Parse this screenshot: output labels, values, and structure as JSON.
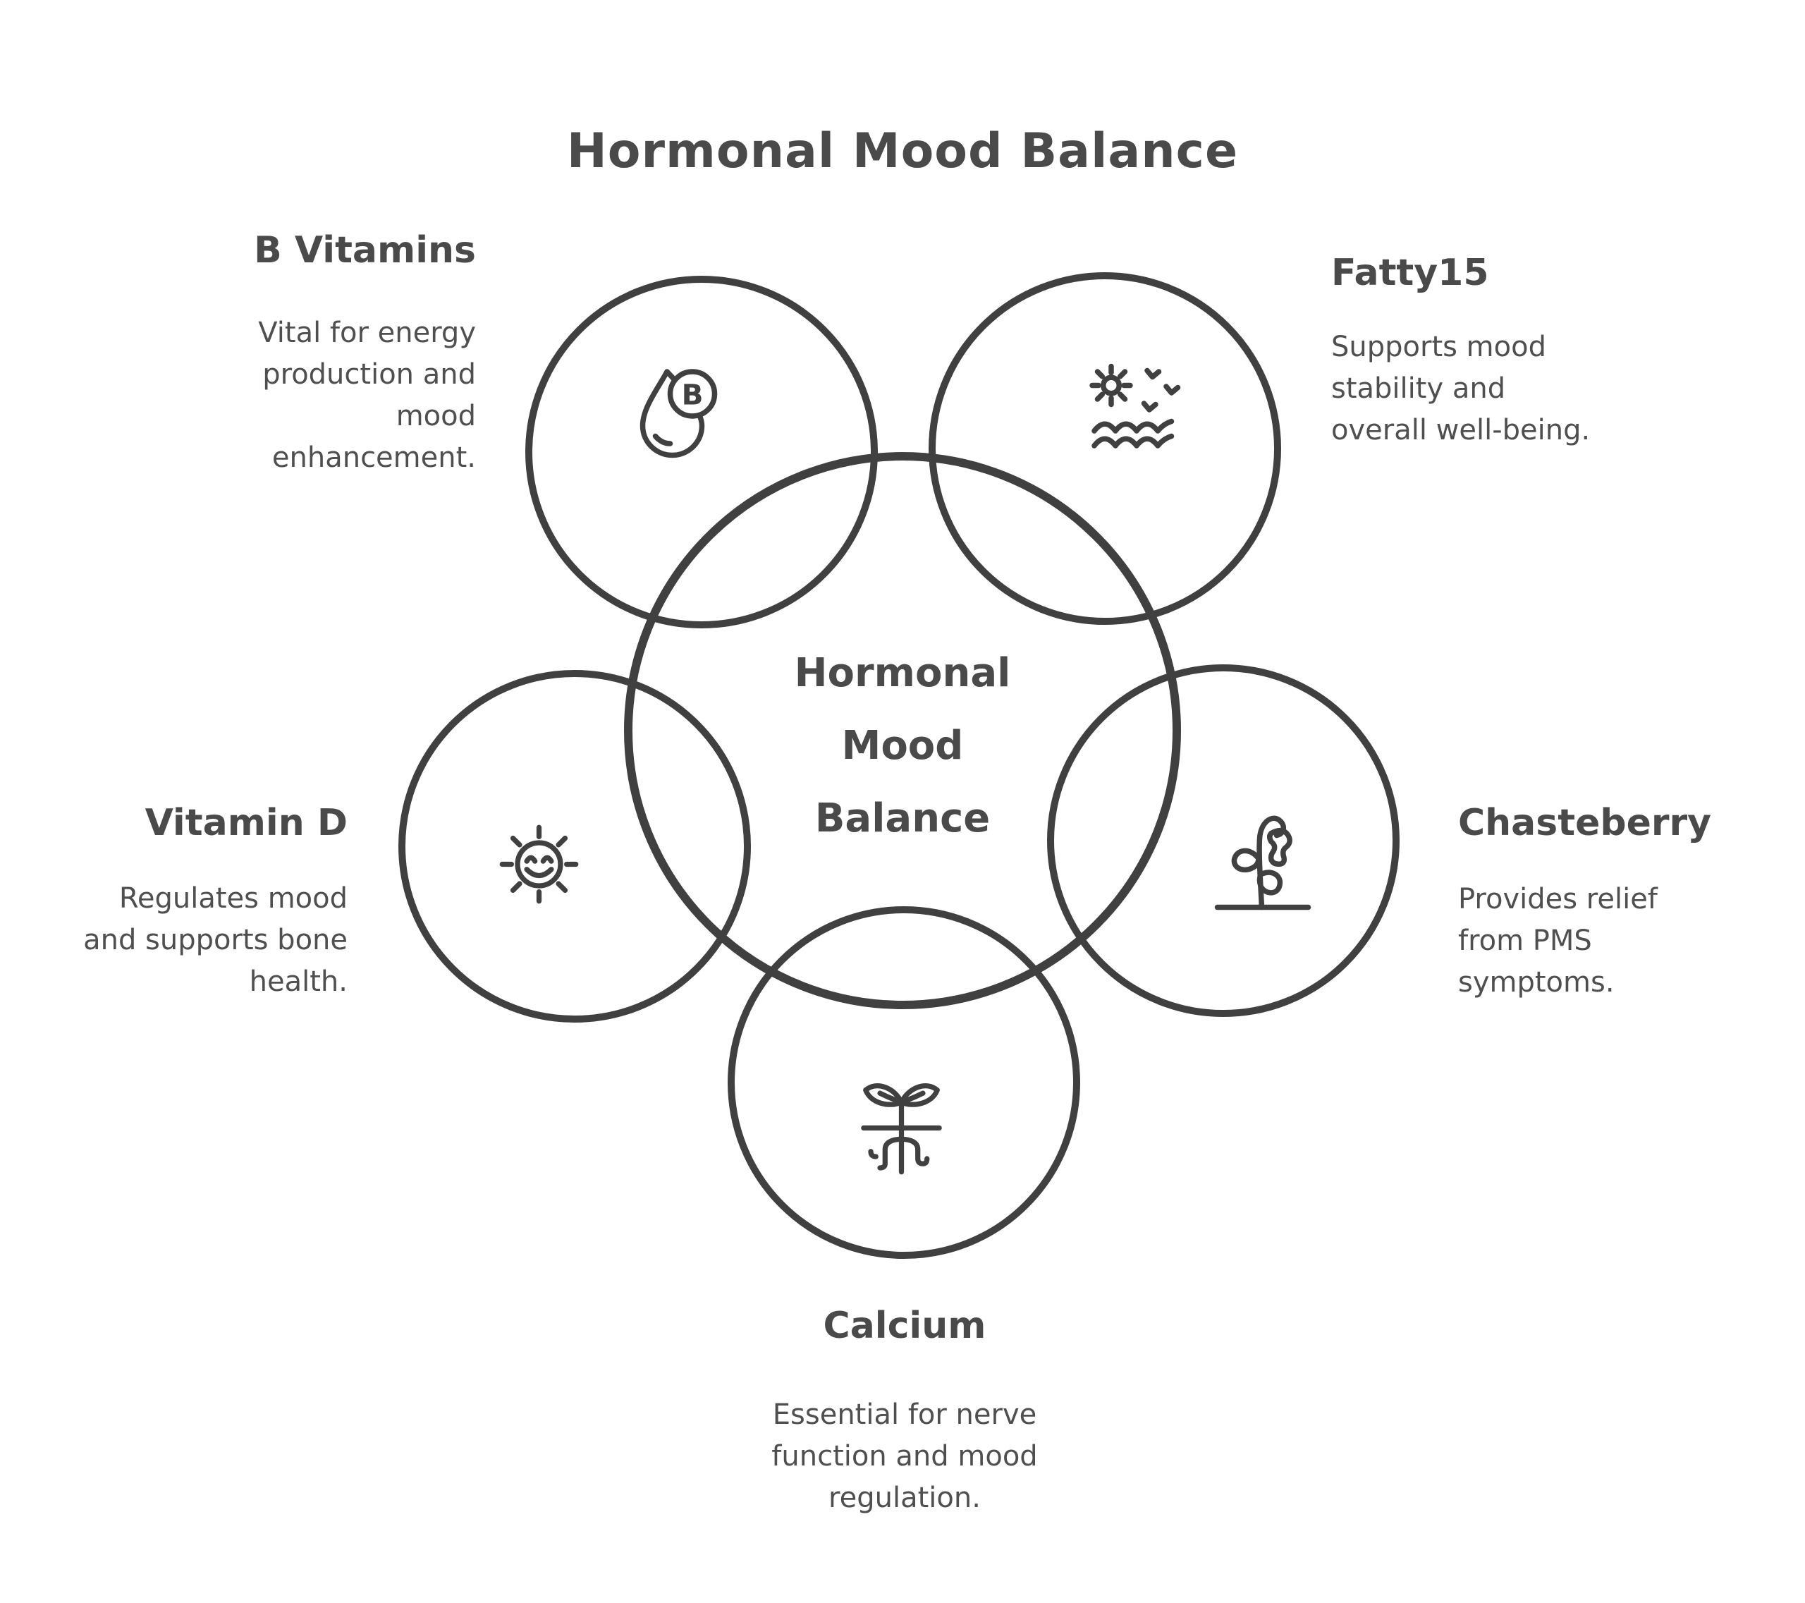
{
  "page": {
    "title": "Hormonal Mood Balance",
    "background_color": "#ffffff",
    "text_color": "#4a4a4a",
    "line_color": "#404040"
  },
  "center_circle": {
    "label_lines": [
      "Hormonal",
      "Mood",
      "Balance"
    ]
  },
  "sections": {
    "b_vitamins": {
      "heading": "B Vitamins",
      "icon": "droplet-b-icon",
      "icon_letter": "B",
      "desc_lines": [
        "Vital for energy",
        "production and",
        "mood",
        "enhancement."
      ]
    },
    "fatty15": {
      "heading": "Fatty15",
      "icon": "sun-over-waves-icon",
      "desc_lines": [
        "Supports mood",
        "stability and",
        "overall well-being."
      ]
    },
    "vitamin_d": {
      "heading": "Vitamin D",
      "icon": "smiling-sun-icon",
      "desc_lines": [
        "Regulates mood",
        "and supports bone",
        "health."
      ]
    },
    "chasteberry": {
      "heading": "Chasteberry",
      "icon": "wilting-plant-icon",
      "desc_lines": [
        "Provides relief",
        "from PMS",
        "symptoms."
      ]
    },
    "calcium": {
      "heading": "Calcium",
      "icon": "sprout-roots-icon",
      "desc_lines": [
        "Essential for nerve",
        "function and mood",
        "regulation."
      ]
    }
  }
}
